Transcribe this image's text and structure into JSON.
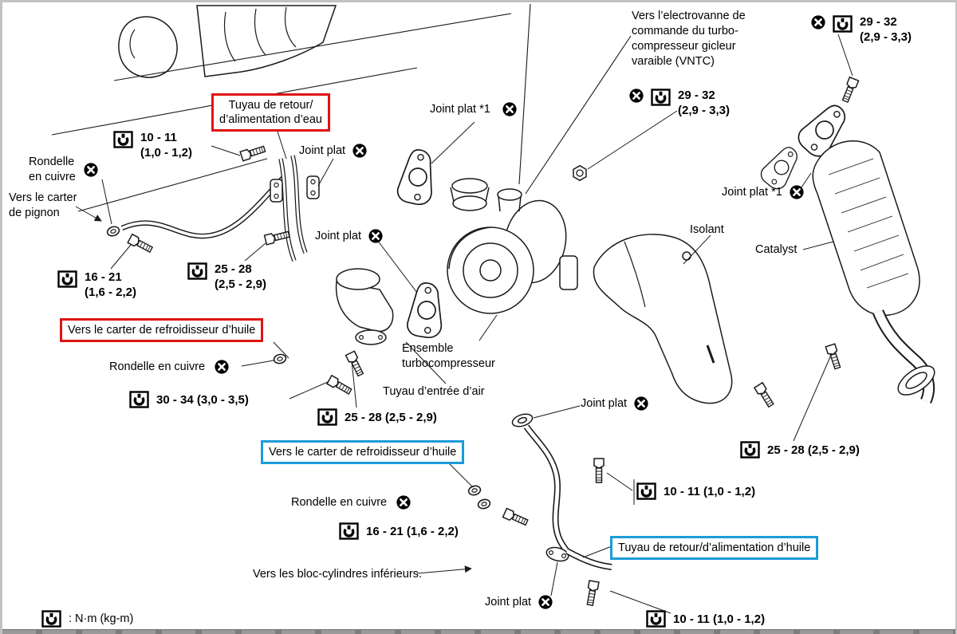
{
  "colors": {
    "red_box": "#de1414",
    "blue_box": "#1b9cd8"
  },
  "labels": {
    "vntc": "Vers l’electrovanne de\ncommande du turbo-\ncompresseur gicleur\nvaraible (VNTC)",
    "joint_plat_star_top": "Joint plat *1",
    "joint_plat_star_right": "Joint plat *1",
    "isolant": "Isolant",
    "catalyst": "Catalyst",
    "tuyau_eau": "Tuyau de retour/\nd’alimentation d’eau",
    "joint_plat_upper": "Joint plat",
    "rondelle_1": "Rondelle\nen cuivre",
    "carter_pignon": "Vers le carter\nde pignon",
    "joint_plat_mid": "Joint plat",
    "carter_refroid_red": "Vers le carter de refroidisseur d’huile",
    "rondelle_2": "Rondelle en cuivre",
    "ensemble_turbo": "Ensemble\nturbocompresseur",
    "tuyau_air": "Tuyau d’entrée d’air",
    "joint_plat_center": "Joint plat",
    "carter_refroid_blue": "Vers le carter de refroidisseur d’huile",
    "rondelle_3": "Rondelle en cuivre",
    "bloc_cylindres": "Vers les bloc-cylindres inférieurs.",
    "joint_plat_bottom": "Joint plat",
    "tuyau_huile": "Tuyau de retour/d’alimentation d’huile"
  },
  "torques": {
    "top_right": {
      "nm": "29 - 32",
      "kgm": "(2,9 - 3,3)"
    },
    "mid_right": {
      "nm": "29 - 32",
      "kgm": "(2,9 - 3,3)"
    },
    "water_upper": {
      "nm": "10 - 11",
      "kgm": "(1,0 - 1,2)"
    },
    "water_left": {
      "nm": "16 - 21",
      "kgm": "(1,6 - 2,2)"
    },
    "water_mid": {
      "nm": "25 - 28",
      "kgm": "(2,5 - 2,9)"
    },
    "oil_drain": {
      "nm": "30 - 34 (3,0 - 3,5)"
    },
    "air_inlet": {
      "nm": "25 - 28 (2,5 - 2,9)"
    },
    "oil_feed": {
      "nm": "16 - 21 (1,6 - 2,2)"
    },
    "oil_pipe_upper": {
      "nm": "10 - 11 (1,0 - 1,2)"
    },
    "catalyst_bolt": {
      "nm": "25 - 28 (2,5 - 2,9)"
    },
    "oil_pipe_lower": {
      "nm": "10 - 11 (1,0 - 1,2)"
    }
  },
  "legend": {
    "text": ": N·m (kg-m)"
  }
}
